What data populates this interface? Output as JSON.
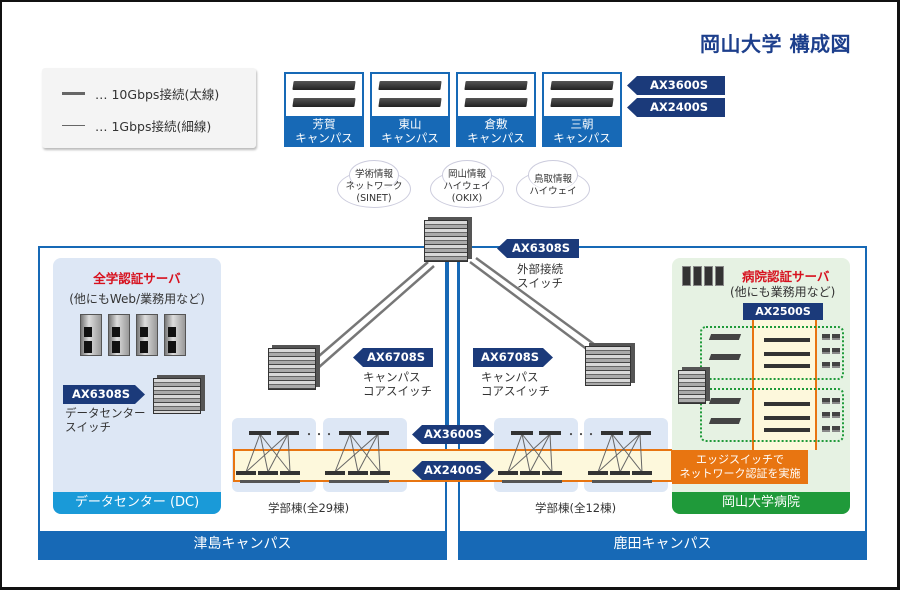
{
  "title": "岡山大学 構成図",
  "legend": {
    "items": [
      {
        "line": "thick",
        "text": "… 10Gbps接続(太線)"
      },
      {
        "line": "thin",
        "text": "… 1Gbps接続(細線)"
      }
    ]
  },
  "regional_campuses": [
    {
      "name": "芳賀",
      "suffix": "キャンパス"
    },
    {
      "name": "東山",
      "suffix": "キャンパス"
    },
    {
      "name": "倉敷",
      "suffix": "キャンパス"
    },
    {
      "name": "三朝",
      "suffix": "キャンパス"
    }
  ],
  "regional_models": [
    "AX3600S",
    "AX2400S"
  ],
  "external_networks": [
    {
      "text": "学術情報\nネットワーク\n(SINET)"
    },
    {
      "text": "岡山情報\nハイウェイ\n(OKIX)"
    },
    {
      "text": "鳥取情報\nハイウェイ"
    }
  ],
  "external_switch": {
    "model": "AX6308S",
    "label": "外部接続\nスイッチ"
  },
  "campuses": [
    {
      "name": "津島キャンパス",
      "core": {
        "model": "AX6708S",
        "label": "キャンパス\nコアスイッチ"
      },
      "buildings_label": "学部棟(全29棟)"
    },
    {
      "name": "鹿田キャンパス",
      "core": {
        "model": "AX6708S",
        "label": "キャンパス\nコアスイッチ"
      },
      "buildings_label": "学部棟(全12棟)"
    }
  ],
  "datacenter": {
    "server_title": "全学認証サーバ",
    "server_note": "(他にもWeb/業務用など)",
    "switch_model": "AX6308S",
    "switch_label": "データセンター\nスイッチ",
    "footer": "データセンター (DC)"
  },
  "building_models": [
    "AX3600S",
    "AX2400S"
  ],
  "hospital": {
    "server_title": "病院認証サーバ",
    "server_note": "(他にも業務用など)",
    "switch_model": "AX2500S",
    "edge_note": "エッジスイッチで\nネットワーク認証を実施",
    "footer": "岡山大学病院"
  },
  "ellipsis": "・・・",
  "colors": {
    "title": "#1d3f8c",
    "campus_blue": "#1769b6",
    "tag_navy": "#1b3a7a",
    "auth_red": "#d7111e",
    "edge_orange": "#e87511",
    "hospital_green": "#1f9a3a",
    "dc_cyan": "#1a9ad8"
  }
}
